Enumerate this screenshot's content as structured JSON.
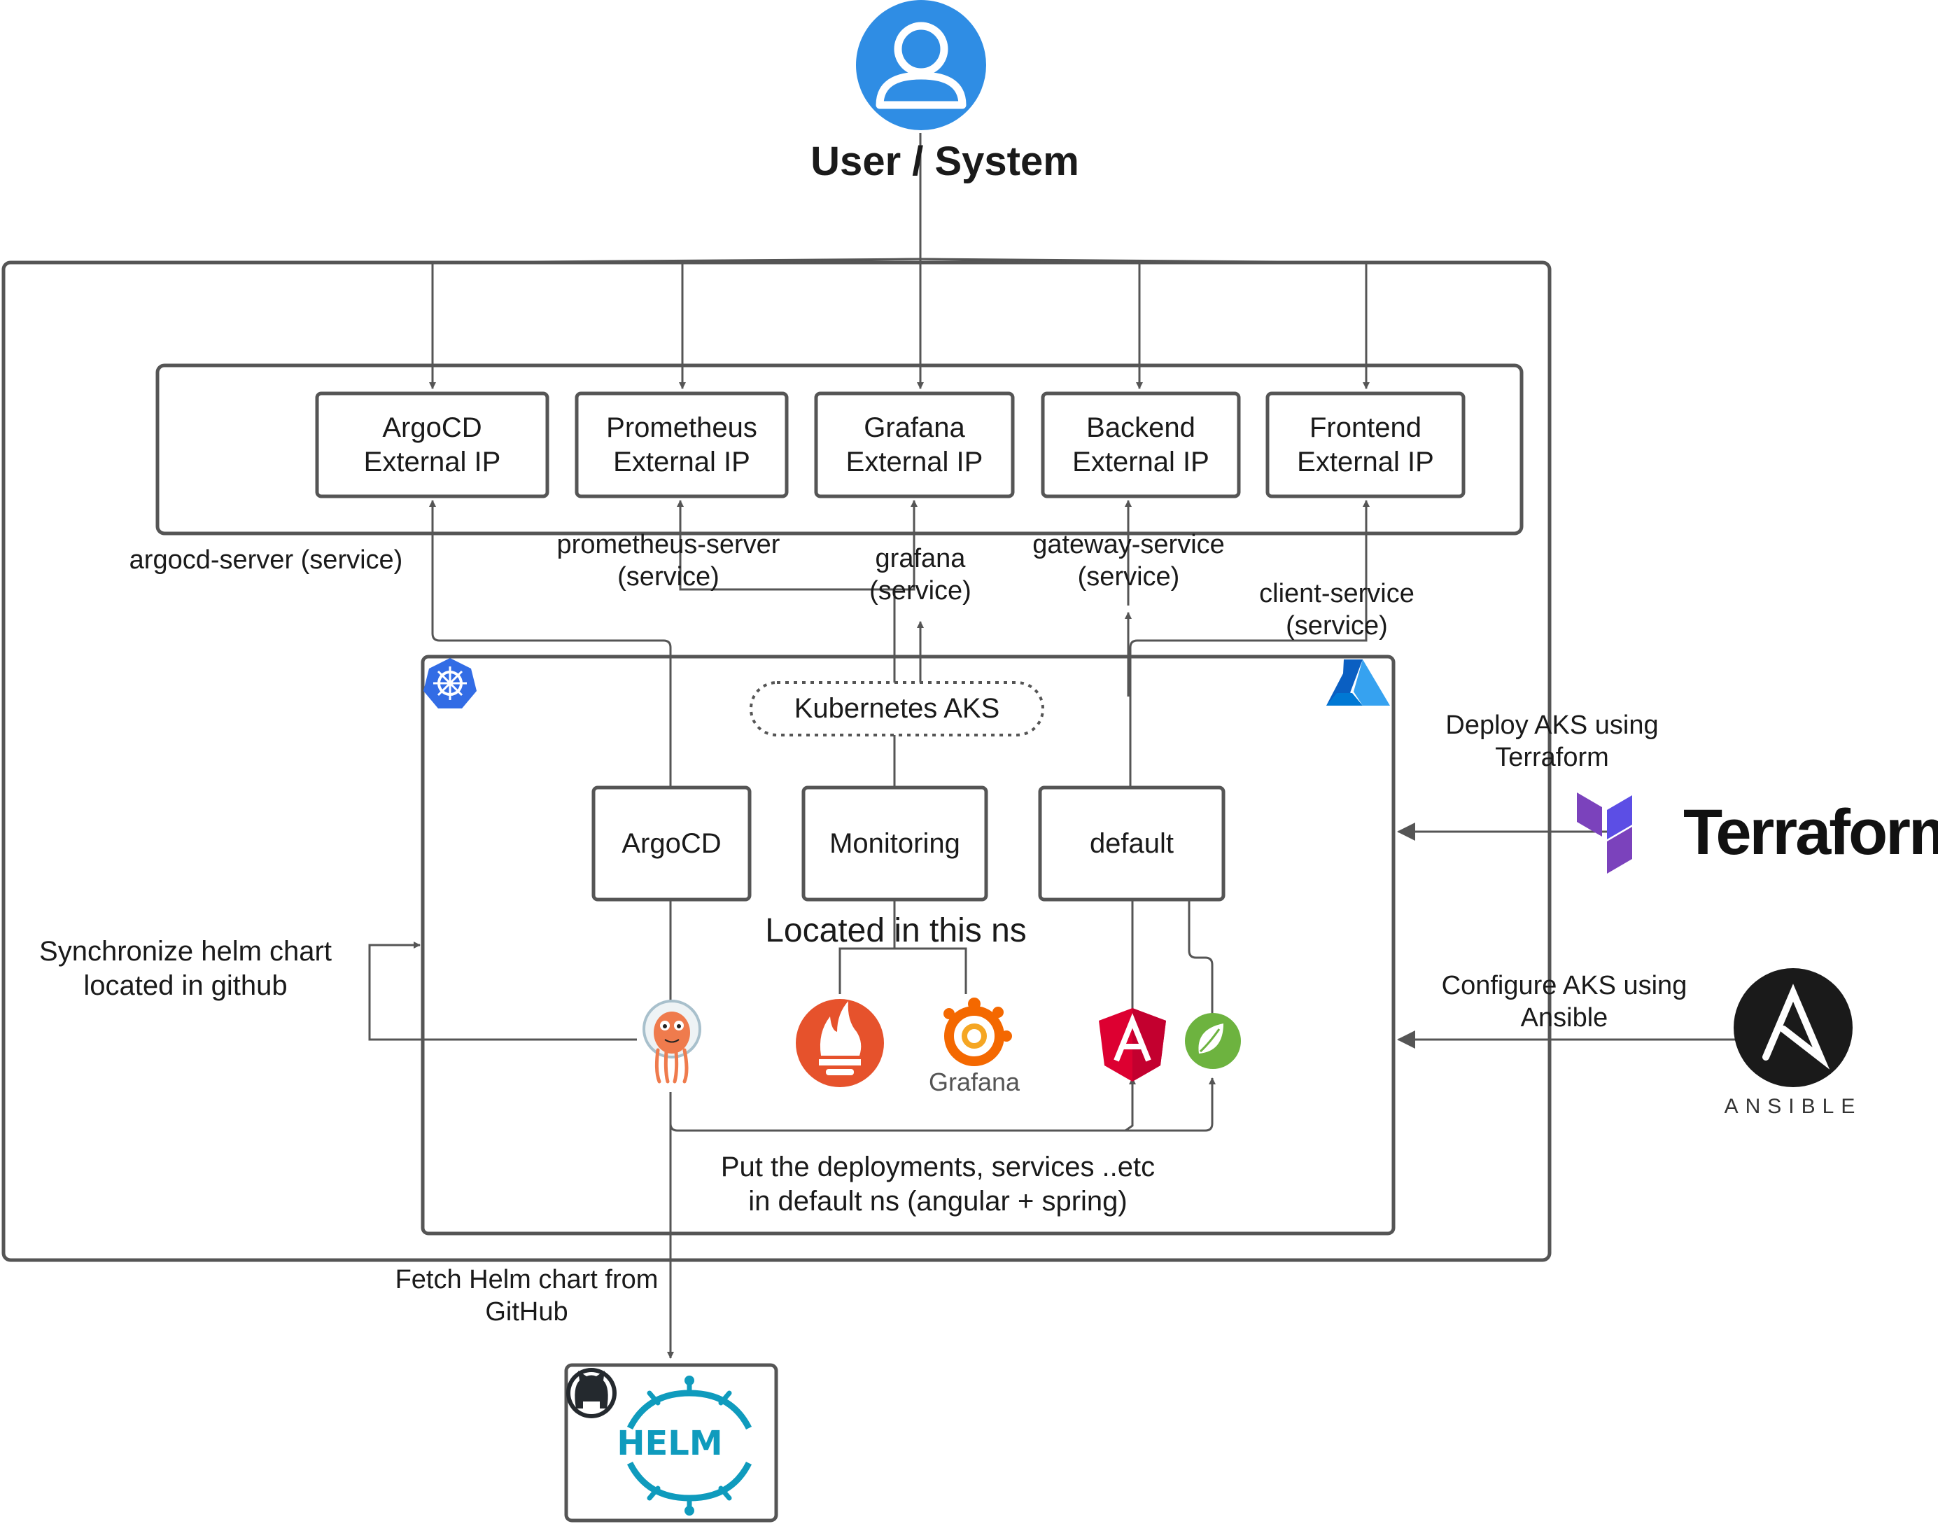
{
  "user": {
    "label": "User / System"
  },
  "external_ips": [
    {
      "label": "ArgoCD\nExternal IP"
    },
    {
      "label": "Prometheus\nExternal IP"
    },
    {
      "label": "Grafana\nExternal IP"
    },
    {
      "label": "Backend\nExternal IP"
    },
    {
      "label": "Frontend\nExternal IP"
    }
  ],
  "services": {
    "argocd": "argocd-server (service)",
    "prometheus": "prometheus-server\n(service)",
    "grafana": "grafana\n(service)",
    "gateway": "gateway-service\n(service)",
    "client": "client-service\n(service)"
  },
  "cluster": {
    "label": "Kubernetes AKS"
  },
  "namespaces": [
    {
      "label": "ArgoCD"
    },
    {
      "label": "Monitoring"
    },
    {
      "label": "default"
    }
  ],
  "annotations": {
    "located": "Located in this ns",
    "sync": "Synchronize helm chart\nlocated in github",
    "put": "Put the deployments, services ..etc\nin default ns (angular + spring)",
    "fetch": "Fetch Helm chart from\nGitHub",
    "deploy": "Deploy AKS using\nTerraform",
    "configure": "Configure AKS using\nAnsible"
  },
  "logos": {
    "terraform": "Terraform",
    "ansible": "ANSIBLE",
    "grafana": "Grafana",
    "helm": "HELM"
  },
  "icons": [
    "user-icon",
    "kubernetes-icon",
    "azure-icon",
    "argo-icon",
    "prometheus-icon",
    "grafana-icon",
    "angular-icon",
    "spring-icon",
    "github-icon",
    "helm-icon",
    "terraform-icon",
    "ansible-icon"
  ],
  "colors": {
    "line": "#555555",
    "user": "#2f8de4",
    "kubernetes": "#326ce5",
    "azure": "#0078d4",
    "terraform": "#7b42bc",
    "prometheus": "#e6522c",
    "grafana": "#f46800",
    "angular": "#dd0031",
    "spring": "#6db33f",
    "helm": "#0f9bbd",
    "argo": "#ef7b4d",
    "ansible": "#1a1a1a"
  }
}
